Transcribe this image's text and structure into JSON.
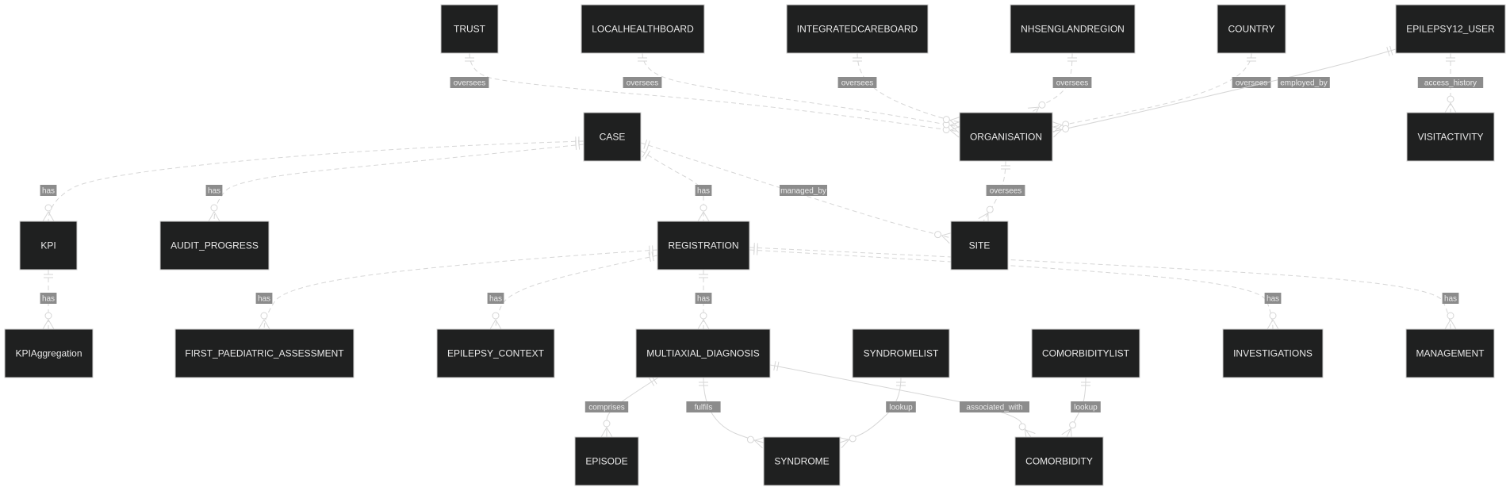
{
  "entities": [
    {
      "id": "TRUST",
      "label": "TRUST"
    },
    {
      "id": "LOCALHEALTHBOARD",
      "label": "LOCALHEALTHBOARD"
    },
    {
      "id": "INTEGRATEDCAREBOARD",
      "label": "INTEGRATEDCAREBOARD"
    },
    {
      "id": "NHSENGLANDREGION",
      "label": "NHSENGLANDREGION"
    },
    {
      "id": "COUNTRY",
      "label": "COUNTRY"
    },
    {
      "id": "EPILEPSY12_USER",
      "label": "EPILEPSY12_USER"
    },
    {
      "id": "CASE",
      "label": "CASE"
    },
    {
      "id": "ORGANISATION",
      "label": "ORGANISATION"
    },
    {
      "id": "VISITACTIVITY",
      "label": "VISITACTIVITY"
    },
    {
      "id": "KPI",
      "label": "KPI"
    },
    {
      "id": "AUDIT_PROGRESS",
      "label": "AUDIT_PROGRESS"
    },
    {
      "id": "REGISTRATION",
      "label": "REGISTRATION"
    },
    {
      "id": "SITE",
      "label": "SITE"
    },
    {
      "id": "KPIAggregation",
      "label": "KPIAggregation"
    },
    {
      "id": "FIRST_PAEDIATRIC_ASSESSMENT",
      "label": "FIRST_PAEDIATRIC_ASSESSMENT"
    },
    {
      "id": "EPILEPSY_CONTEXT",
      "label": "EPILEPSY_CONTEXT"
    },
    {
      "id": "MULTIAXIAL_DIAGNOSIS",
      "label": "MULTIAXIAL_DIAGNOSIS"
    },
    {
      "id": "SYNDROMELIST",
      "label": "SYNDROMELIST"
    },
    {
      "id": "COMORBIDITYLIST",
      "label": "COMORBIDITYLIST"
    },
    {
      "id": "INVESTIGATIONS",
      "label": "INVESTIGATIONS"
    },
    {
      "id": "MANAGEMENT",
      "label": "MANAGEMENT"
    },
    {
      "id": "EPISODE",
      "label": "EPISODE"
    },
    {
      "id": "SYNDROME",
      "label": "SYNDROME"
    },
    {
      "id": "COMORBIDITY",
      "label": "COMORBIDITY"
    }
  ],
  "relationships": [
    {
      "from": "TRUST",
      "to": "ORGANISATION",
      "label": "oversees",
      "identifying": false
    },
    {
      "from": "LOCALHEALTHBOARD",
      "to": "ORGANISATION",
      "label": "oversees",
      "identifying": false
    },
    {
      "from": "INTEGRATEDCAREBOARD",
      "to": "ORGANISATION",
      "label": "oversees",
      "identifying": false
    },
    {
      "from": "NHSENGLANDREGION",
      "to": "ORGANISATION",
      "label": "oversees",
      "identifying": false
    },
    {
      "from": "COUNTRY",
      "to": "ORGANISATION",
      "label": "oversees",
      "identifying": false
    },
    {
      "from": "EPILEPSY12_USER",
      "to": "ORGANISATION",
      "label": "employed_by",
      "identifying": true
    },
    {
      "from": "EPILEPSY12_USER",
      "to": "VISITACTIVITY",
      "label": "access_history",
      "identifying": false
    },
    {
      "from": "CASE",
      "to": "KPI",
      "label": "has",
      "identifying": false
    },
    {
      "from": "CASE",
      "to": "AUDIT_PROGRESS",
      "label": "has",
      "identifying": false
    },
    {
      "from": "CASE",
      "to": "REGISTRATION",
      "label": "has",
      "identifying": false
    },
    {
      "from": "CASE",
      "to": "SITE",
      "label": "managed_by",
      "identifying": false
    },
    {
      "from": "ORGANISATION",
      "to": "SITE",
      "label": "oversees",
      "identifying": false
    },
    {
      "from": "KPI",
      "to": "KPIAggregation",
      "label": "has",
      "identifying": false
    },
    {
      "from": "REGISTRATION",
      "to": "FIRST_PAEDIATRIC_ASSESSMENT",
      "label": "has",
      "identifying": false
    },
    {
      "from": "REGISTRATION",
      "to": "EPILEPSY_CONTEXT",
      "label": "has",
      "identifying": false
    },
    {
      "from": "REGISTRATION",
      "to": "MULTIAXIAL_DIAGNOSIS",
      "label": "has",
      "identifying": false
    },
    {
      "from": "REGISTRATION",
      "to": "INVESTIGATIONS",
      "label": "has",
      "identifying": false
    },
    {
      "from": "REGISTRATION",
      "to": "MANAGEMENT",
      "label": "has",
      "identifying": false
    },
    {
      "from": "MULTIAXIAL_DIAGNOSIS",
      "to": "EPISODE",
      "label": "comprises",
      "identifying": true
    },
    {
      "from": "MULTIAXIAL_DIAGNOSIS",
      "to": "SYNDROME",
      "label": "fulfils",
      "identifying": true
    },
    {
      "from": "MULTIAXIAL_DIAGNOSIS",
      "to": "COMORBIDITY",
      "label": "associated_with",
      "identifying": true
    },
    {
      "from": "SYNDROMELIST",
      "to": "SYNDROME",
      "label": "lookup",
      "identifying": true
    },
    {
      "from": "COMORBIDITYLIST",
      "to": "COMORBIDITY",
      "label": "lookup",
      "identifying": true
    }
  ]
}
